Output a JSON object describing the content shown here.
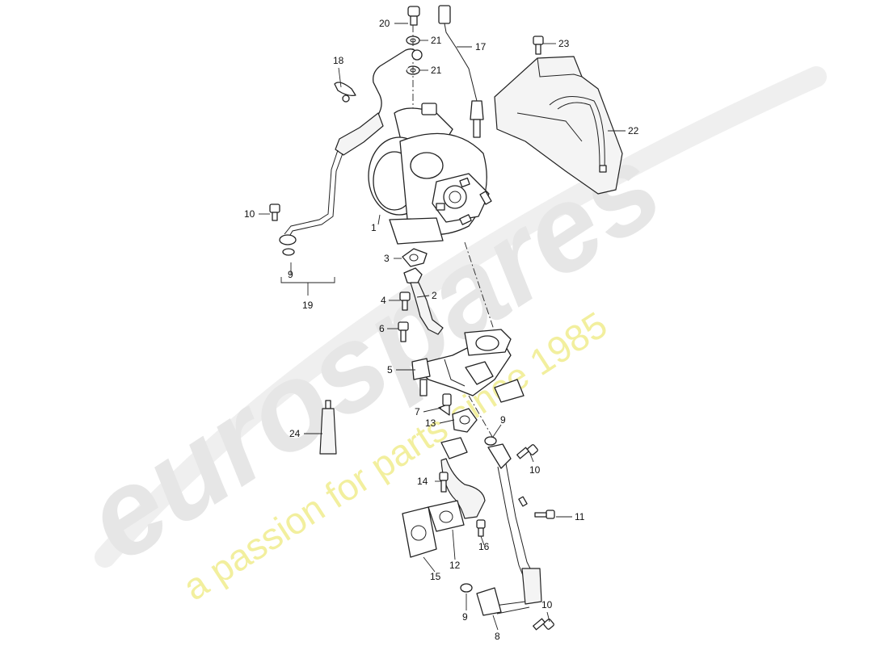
{
  "watermark": {
    "brand": "eurospares",
    "tagline": "a passion for parts since 1985",
    "brand_color": "#e6e6e6",
    "tagline_color": "#f2ef9e"
  },
  "callouts": [
    {
      "id": "1",
      "label": "1"
    },
    {
      "id": "2",
      "label": "2"
    },
    {
      "id": "3",
      "label": "3"
    },
    {
      "id": "4",
      "label": "4"
    },
    {
      "id": "5",
      "label": "5"
    },
    {
      "id": "6",
      "label": "6"
    },
    {
      "id": "7",
      "label": "7"
    },
    {
      "id": "8",
      "label": "8"
    },
    {
      "id": "9a",
      "label": "9"
    },
    {
      "id": "9b",
      "label": "9"
    },
    {
      "id": "9c",
      "label": "9"
    },
    {
      "id": "10a",
      "label": "10"
    },
    {
      "id": "10b",
      "label": "10"
    },
    {
      "id": "10c",
      "label": "10"
    },
    {
      "id": "11",
      "label": "11"
    },
    {
      "id": "12",
      "label": "12"
    },
    {
      "id": "13",
      "label": "13"
    },
    {
      "id": "14",
      "label": "14"
    },
    {
      "id": "15",
      "label": "15"
    },
    {
      "id": "16",
      "label": "16"
    },
    {
      "id": "17",
      "label": "17"
    },
    {
      "id": "18",
      "label": "18"
    },
    {
      "id": "19",
      "label": "19"
    },
    {
      "id": "20",
      "label": "20"
    },
    {
      "id": "21a",
      "label": "21"
    },
    {
      "id": "21b",
      "label": "21"
    },
    {
      "id": "22",
      "label": "22"
    },
    {
      "id": "23",
      "label": "23"
    },
    {
      "id": "24",
      "label": "24"
    }
  ]
}
